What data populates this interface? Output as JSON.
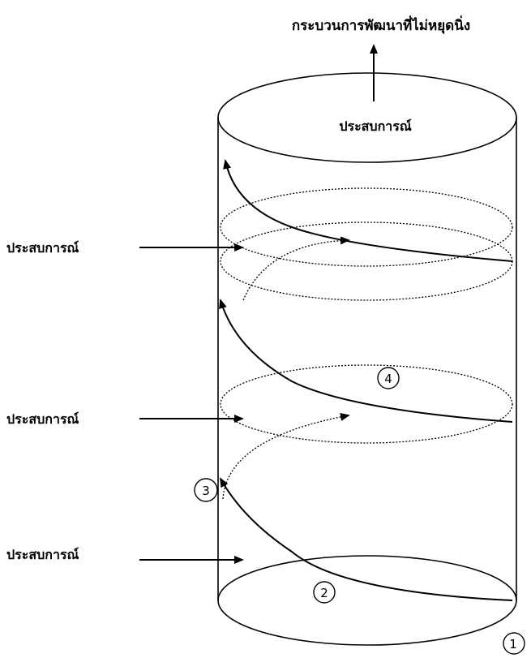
{
  "title": "กระบวนการพัฒนาที่ไม่หยุดนิ่ง",
  "top_label": "ประสบการณ์",
  "side_labels": [
    "ประสบการณ์",
    "ประสบการณ์",
    "ประสบการณ์"
  ],
  "markers": [
    "1",
    "2",
    "3",
    "4"
  ]
}
